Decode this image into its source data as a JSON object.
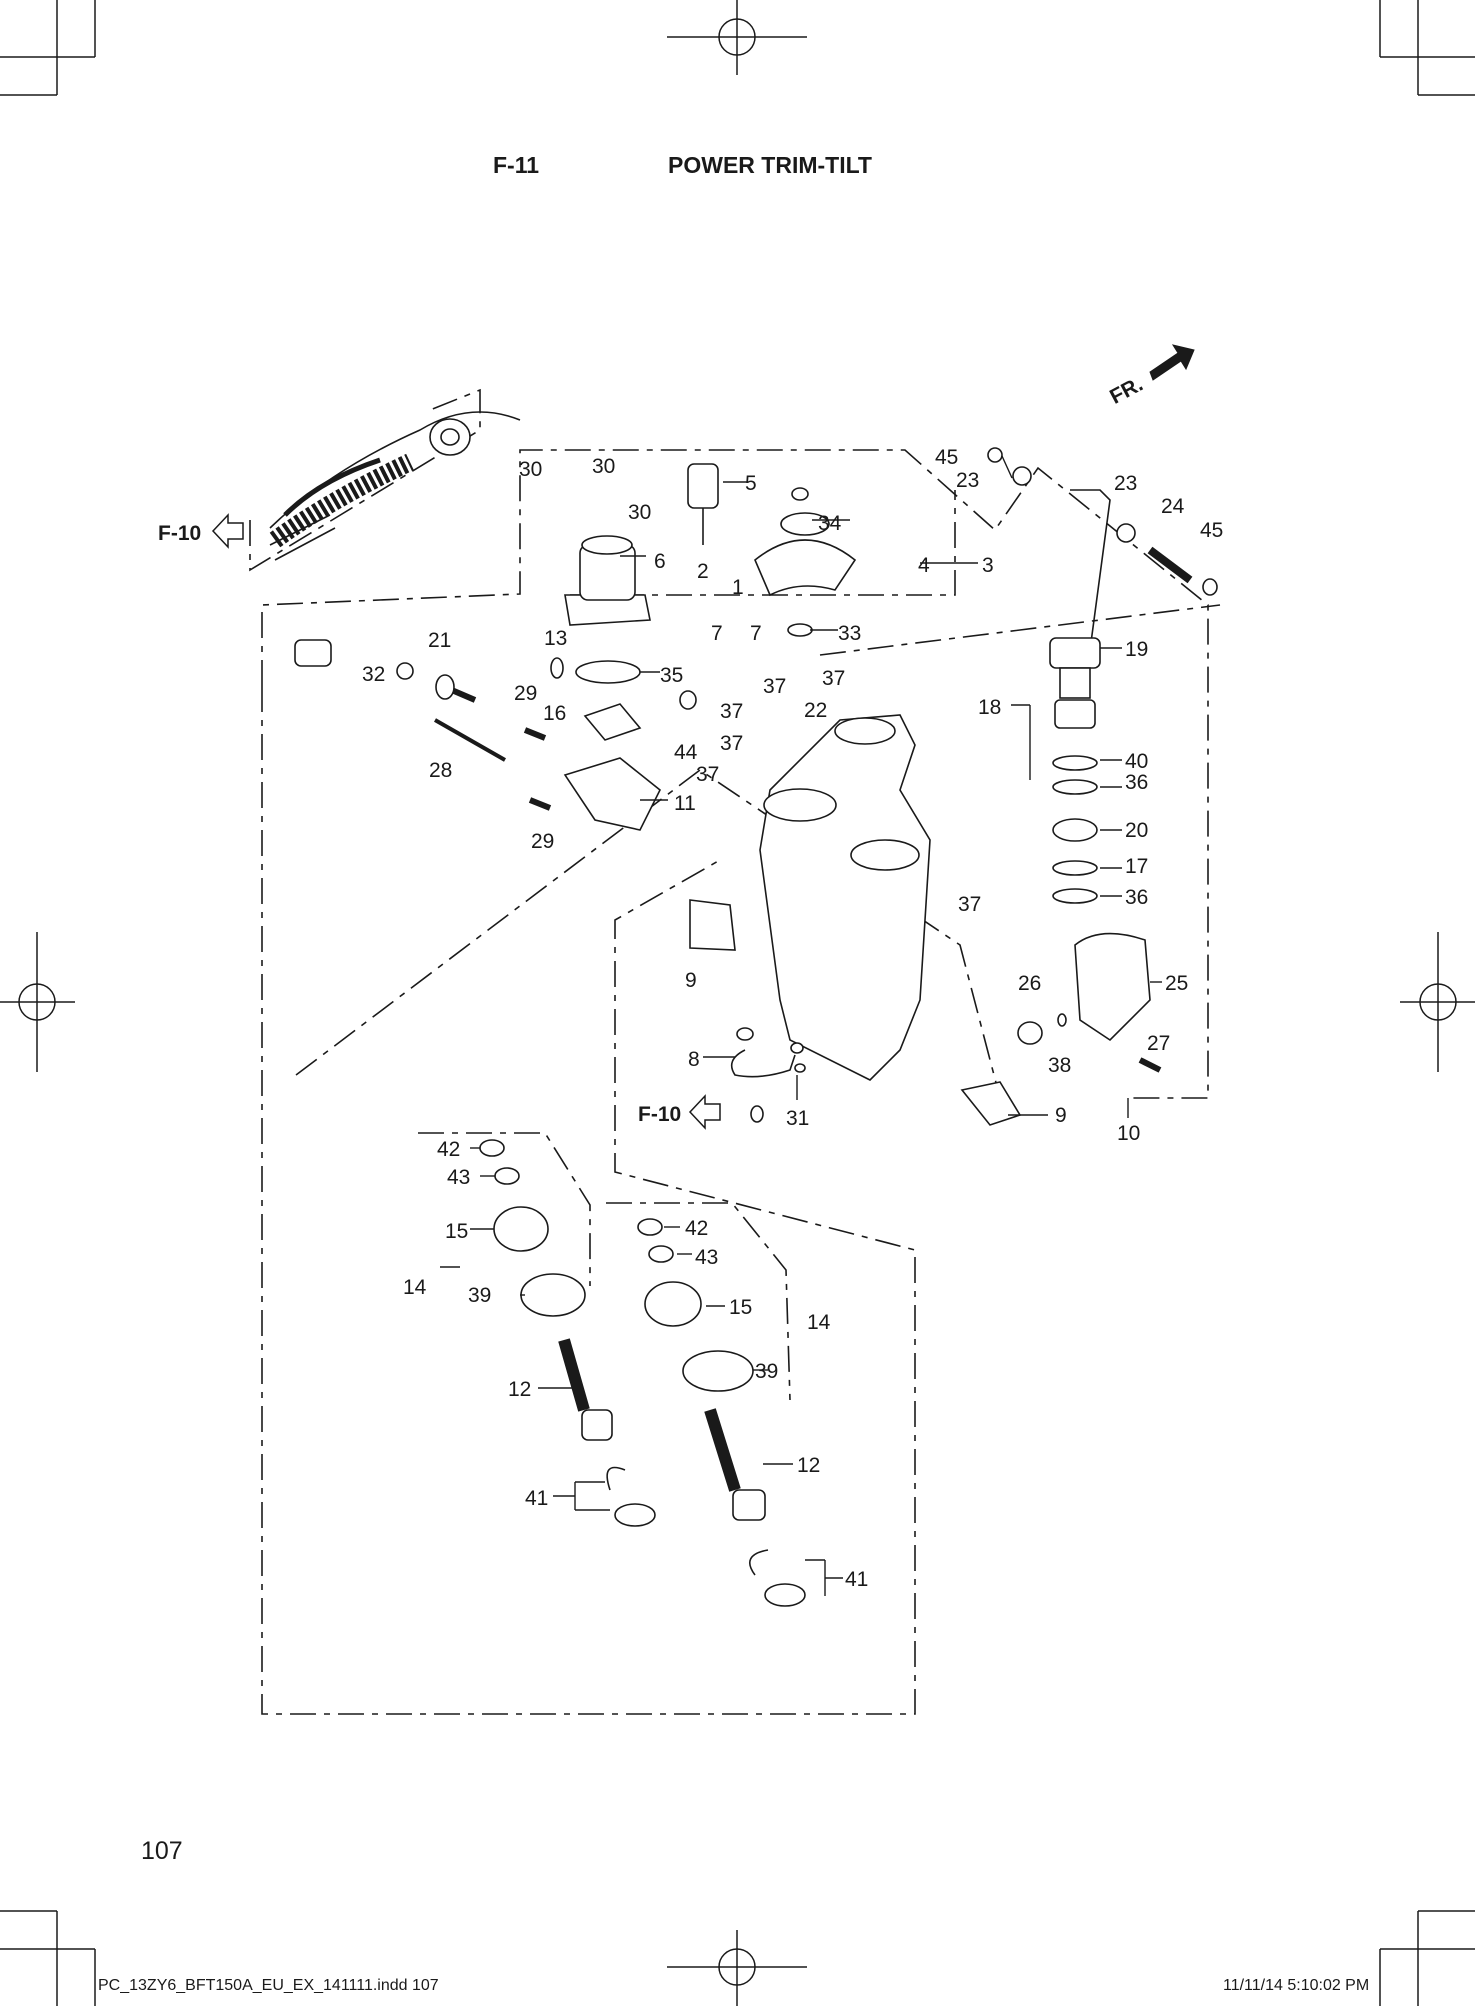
{
  "header": {
    "figure_code": "F-11",
    "title": "POWER TRIM-TILT"
  },
  "direction_marker": "FR.",
  "cross_references": [
    "F-10",
    "F-10"
  ],
  "part_labels": [
    "1",
    "2",
    "3",
    "4",
    "5",
    "6",
    "7",
    "7",
    "8",
    "9",
    "9",
    "10",
    "11",
    "12",
    "12",
    "13",
    "14",
    "14",
    "15",
    "15",
    "16",
    "17",
    "18",
    "19",
    "20",
    "21",
    "22",
    "23",
    "23",
    "24",
    "25",
    "26",
    "27",
    "28",
    "29",
    "29",
    "30",
    "30",
    "30",
    "31",
    "32",
    "33",
    "34",
    "35",
    "36",
    "36",
    "37",
    "37",
    "37",
    "37",
    "37",
    "37",
    "38",
    "39",
    "39",
    "40",
    "41",
    "41",
    "42",
    "42",
    "43",
    "43",
    "44",
    "45",
    "45"
  ],
  "footer": {
    "page_number": "107",
    "file_name": "PC_13ZY6_BFT150A_EU_EX_141111.indd   107",
    "print_stamp": "11/11/14   5:10:02 PM"
  },
  "colors": {
    "ink": "#1a1a1a",
    "paper": "#ffffff"
  }
}
